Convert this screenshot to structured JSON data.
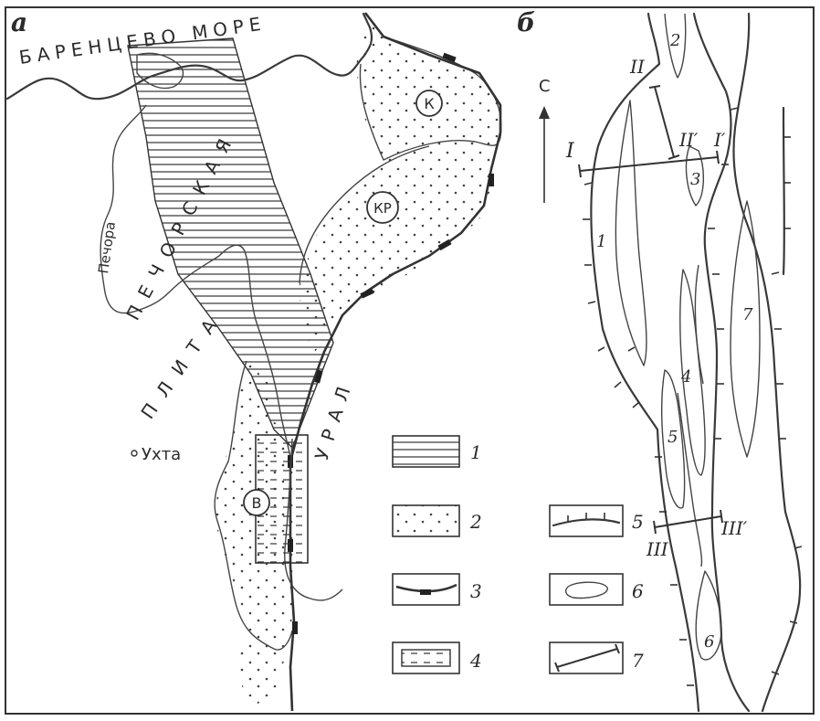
{
  "panels": {
    "a": "а",
    "b": "б"
  },
  "map_a": {
    "sea_label": "БАРЕНЦЕВО МОРЕ",
    "river_label": "Печора",
    "plate_word1": "ПЕЧОРСКАЯ",
    "plate_word2": "ПЛИТА",
    "ural_label": "УРАЛ",
    "city_label": "Ухта",
    "circle_labels": {
      "k": "К",
      "kr": "КР",
      "v": "В"
    }
  },
  "map_b": {
    "north_label": "С",
    "body_numbers": [
      "1",
      "2",
      "3",
      "4",
      "5",
      "6",
      "7"
    ],
    "section_labels": {
      "i_start": "I",
      "i_end": "I′",
      "ii_start": "II",
      "ii_end": "II′",
      "iii_start": "III",
      "iii_end": "III′"
    }
  },
  "legend": [
    {
      "number": "1",
      "symbol": "horizontal-hatch"
    },
    {
      "number": "2",
      "symbol": "dotted-fill"
    },
    {
      "number": "3",
      "symbol": "thrust-line"
    },
    {
      "number": "4",
      "symbol": "study-area-box"
    },
    {
      "number": "5",
      "symbol": "fault-with-ticks"
    },
    {
      "number": "6",
      "symbol": "oval-body"
    },
    {
      "number": "7",
      "symbol": "section-line"
    }
  ],
  "colors": {
    "ink": "#333333",
    "paper": "#ffffff"
  }
}
